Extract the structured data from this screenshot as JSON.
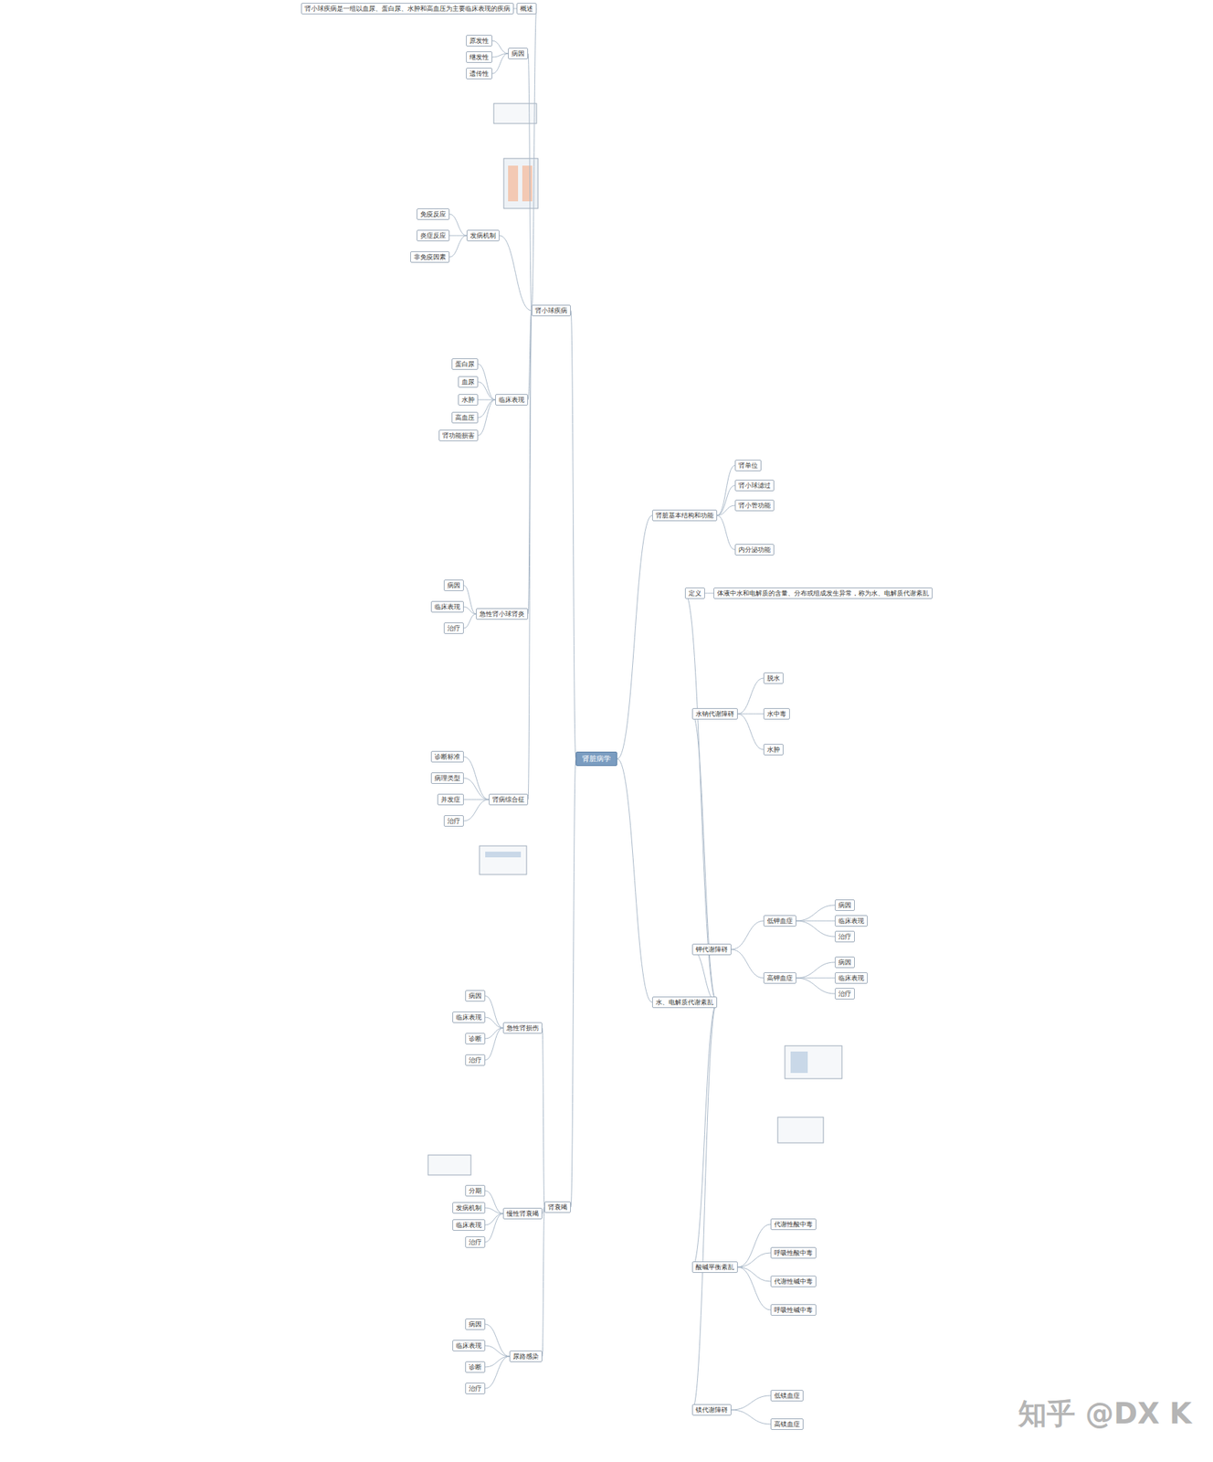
{
  "diagram": {
    "nodes": [
      {
        "text": [
          "肾脏病学"
        ]
      },
      {
        "text": [
          "肾小球疾病"
        ]
      },
      {
        "text": [
          "概述"
        ]
      },
      {
        "text": [
          "肾小球疾病是一组以血尿、蛋白尿、水肿和高血压为主要临床表现的疾病"
        ]
      },
      {
        "text": [
          "病因"
        ]
      },
      {
        "text": [
          "原发性"
        ]
      },
      {
        "text": [
          "继发性"
        ]
      },
      {
        "text": [
          "遗传性"
        ]
      },
      {
        "text": [
          "发病机制"
        ]
      },
      {
        "text": [
          "免疫反应"
        ]
      },
      {
        "text": [
          "炎症反应"
        ]
      },
      {
        "text": [
          "非免疫因素"
        ]
      },
      {
        "text": [
          "临床表现"
        ]
      },
      {
        "text": [
          "蛋白尿"
        ]
      },
      {
        "text": [
          "血尿"
        ]
      },
      {
        "text": [
          "水肿"
        ]
      },
      {
        "text": [
          "高血压"
        ]
      },
      {
        "text": [
          "肾功能损害"
        ]
      },
      {
        "text": [
          "急性肾小球肾炎"
        ]
      },
      {
        "text": [
          "病因"
        ]
      },
      {
        "text": [
          "临床表现"
        ]
      },
      {
        "text": [
          "治疗"
        ]
      },
      {
        "text": [
          "肾病综合征"
        ]
      },
      {
        "text": [
          "诊断标准"
        ]
      },
      {
        "text": [
          "病理类型"
        ]
      },
      {
        "text": [
          "并发症"
        ]
      },
      {
        "text": [
          "治疗"
        ]
      },
      {
        "text": [
          "肾衰竭"
        ]
      },
      {
        "text": [
          "急性肾损伤"
        ]
      },
      {
        "text": [
          "病因"
        ]
      },
      {
        "text": [
          "临床表现"
        ]
      },
      {
        "text": [
          "诊断"
        ]
      },
      {
        "text": [
          "治疗"
        ]
      },
      {
        "text": [
          "慢性肾衰竭"
        ]
      },
      {
        "text": [
          "分期"
        ]
      },
      {
        "text": [
          "发病机制"
        ]
      },
      {
        "text": [
          "临床表现"
        ]
      },
      {
        "text": [
          "治疗"
        ]
      },
      {
        "text": [
          "尿路感染"
        ]
      },
      {
        "text": [
          "病因"
        ]
      },
      {
        "text": [
          "临床表现"
        ]
      },
      {
        "text": [
          "诊断"
        ]
      },
      {
        "text": [
          "治疗"
        ]
      },
      {
        "text": [
          "肾脏基本结构和功能"
        ]
      },
      {
        "text": [
          "肾单位"
        ]
      },
      {
        "text": [
          "肾小球滤过"
        ]
      },
      {
        "text": [
          "肾小管功能"
        ]
      },
      {
        "text": [
          "内分泌功能"
        ]
      },
      {
        "text": [
          "水、电解质代谢紊乱"
        ]
      },
      {
        "text": [
          "定义"
        ]
      },
      {
        "text": [
          "体液中水和电解质的含量、分布或组成发生异常，称为水、电解质代谢紊乱"
        ]
      },
      {
        "text": [
          "水钠代谢障碍"
        ]
      },
      {
        "text": [
          "脱水"
        ]
      },
      {
        "text": [
          "水中毒"
        ]
      },
      {
        "text": [
          "水肿"
        ]
      },
      {
        "text": [
          "钾代谢障碍"
        ]
      },
      {
        "text": [
          "低钾血症"
        ]
      },
      {
        "text": [
          "高钾血症"
        ]
      },
      {
        "text": [
          "病因"
        ]
      },
      {
        "text": [
          "临床表现"
        ]
      },
      {
        "text": [
          "治疗"
        ]
      },
      {
        "text": [
          "病因"
        ]
      },
      {
        "text": [
          "临床表现"
        ]
      },
      {
        "text": [
          "治疗"
        ]
      },
      {
        "text": [
          "酸碱平衡紊乱"
        ]
      },
      {
        "text": [
          "代谢性酸中毒"
        ]
      },
      {
        "text": [
          "呼吸性酸中毒"
        ]
      },
      {
        "text": [
          "代谢性碱中毒"
        ]
      },
      {
        "text": [
          "呼吸性碱中毒"
        ]
      },
      {
        "text": [
          "镁代谢障碍"
        ]
      },
      {
        "text": [
          "低镁血症"
        ]
      },
      {
        "text": [
          "高镁血症"
        ]
      }
    ],
    "edges": [
      {
        "from": 0,
        "to": 1,
        "arrow": "none"
      },
      {
        "from": 1,
        "to": 2,
        "arrow": "none"
      },
      {
        "from": 2,
        "to": 3,
        "arrow": "none"
      },
      {
        "from": 1,
        "to": 4,
        "arrow": "none"
      },
      {
        "from": 4,
        "to": 5,
        "arrow": "none"
      },
      {
        "from": 4,
        "to": 6,
        "arrow": "none"
      },
      {
        "from": 4,
        "to": 7,
        "arrow": "none"
      },
      {
        "from": 1,
        "to": 8,
        "arrow": "none"
      },
      {
        "from": 8,
        "to": 9,
        "arrow": "none"
      },
      {
        "from": 8,
        "to": 10,
        "arrow": "none"
      },
      {
        "from": 8,
        "to": 11,
        "arrow": "none"
      },
      {
        "from": 1,
        "to": 12,
        "arrow": "none"
      },
      {
        "from": 12,
        "to": 13,
        "arrow": "none"
      },
      {
        "from": 12,
        "to": 14,
        "arrow": "none"
      },
      {
        "from": 12,
        "to": 15,
        "arrow": "none"
      },
      {
        "from": 12,
        "to": 16,
        "arrow": "none"
      },
      {
        "from": 12,
        "to": 17,
        "arrow": "none"
      },
      {
        "from": 1,
        "to": 18,
        "arrow": "none"
      },
      {
        "from": 18,
        "to": 19,
        "arrow": "none"
      },
      {
        "from": 18,
        "to": 20,
        "arrow": "none"
      },
      {
        "from": 18,
        "to": 21,
        "arrow": "none"
      },
      {
        "from": 1,
        "to": 22,
        "arrow": "none"
      },
      {
        "from": 22,
        "to": 23,
        "arrow": "none"
      },
      {
        "from": 22,
        "to": 24,
        "arrow": "none"
      },
      {
        "from": 22,
        "to": 25,
        "arrow": "none"
      },
      {
        "from": 22,
        "to": 26,
        "arrow": "none"
      },
      {
        "from": 0,
        "to": 27,
        "arrow": "none"
      },
      {
        "from": 27,
        "to": 28,
        "arrow": "none"
      },
      {
        "from": 28,
        "to": 29,
        "arrow": "none"
      },
      {
        "from": 28,
        "to": 30,
        "arrow": "none"
      },
      {
        "from": 28,
        "to": 31,
        "arrow": "none"
      },
      {
        "from": 28,
        "to": 32,
        "arrow": "none"
      },
      {
        "from": 27,
        "to": 33,
        "arrow": "none"
      },
      {
        "from": 33,
        "to": 34,
        "arrow": "none"
      },
      {
        "from": 33,
        "to": 35,
        "arrow": "none"
      },
      {
        "from": 33,
        "to": 36,
        "arrow": "none"
      },
      {
        "from": 33,
        "to": 37,
        "arrow": "none"
      },
      {
        "from": 27,
        "to": 38,
        "arrow": "none"
      },
      {
        "from": 38,
        "to": 39,
        "arrow": "none"
      },
      {
        "from": 38,
        "to": 40,
        "arrow": "none"
      },
      {
        "from": 38,
        "to": 41,
        "arrow": "none"
      },
      {
        "from": 38,
        "to": 42,
        "arrow": "none"
      },
      {
        "from": 0,
        "to": 43,
        "arrow": "none"
      },
      {
        "from": 43,
        "to": 44,
        "arrow": "none"
      },
      {
        "from": 43,
        "to": 45,
        "arrow": "none"
      },
      {
        "from": 43,
        "to": 46,
        "arrow": "none"
      },
      {
        "from": 43,
        "to": 47,
        "arrow": "none"
      },
      {
        "from": 0,
        "to": 48,
        "arrow": "none"
      },
      {
        "from": 48,
        "to": 49,
        "arrow": "none"
      },
      {
        "from": 49,
        "to": 50,
        "arrow": "none"
      },
      {
        "from": 48,
        "to": 51,
        "arrow": "none"
      },
      {
        "from": 51,
        "to": 52,
        "arrow": "none"
      },
      {
        "from": 51,
        "to": 53,
        "arrow": "none"
      },
      {
        "from": 51,
        "to": 54,
        "arrow": "none"
      },
      {
        "from": 48,
        "to": 55,
        "arrow": "none"
      },
      {
        "from": 55,
        "to": 56,
        "arrow": "none"
      },
      {
        "from": 55,
        "to": 57,
        "arrow": "none"
      },
      {
        "from": 56,
        "to": 58,
        "arrow": "none"
      },
      {
        "from": 56,
        "to": 59,
        "arrow": "none"
      },
      {
        "from": 56,
        "to": 60,
        "arrow": "none"
      },
      {
        "from": 57,
        "to": 61,
        "arrow": "none"
      },
      {
        "from": 57,
        "to": 62,
        "arrow": "none"
      },
      {
        "from": 57,
        "to": 63,
        "arrow": "none"
      },
      {
        "from": 48,
        "to": 64,
        "arrow": "none"
      },
      {
        "from": 64,
        "to": 65,
        "arrow": "none"
      },
      {
        "from": 64,
        "to": 66,
        "arrow": "none"
      },
      {
        "from": 64,
        "to": 67,
        "arrow": "none"
      },
      {
        "from": 64,
        "to": 68,
        "arrow": "none"
      },
      {
        "from": 48,
        "to": 69,
        "arrow": "none"
      },
      {
        "from": 69,
        "to": 70,
        "arrow": "none"
      },
      {
        "from": 69,
        "to": 71,
        "arrow": "none"
      }
    ],
    "labels": [
      "知乎 @DX K"
    ]
  }
}
